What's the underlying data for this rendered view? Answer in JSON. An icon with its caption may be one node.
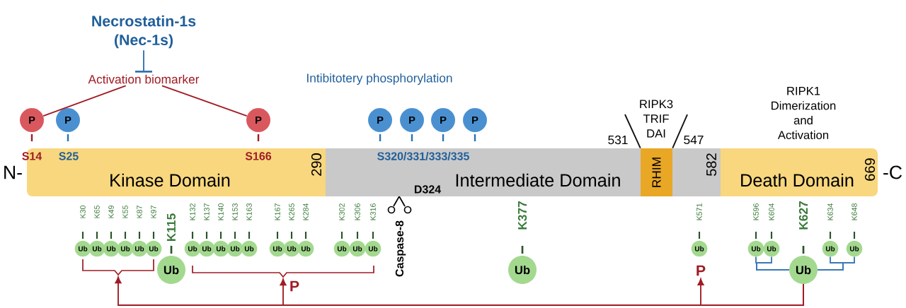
{
  "diagram": {
    "nodes": [
      {
        "text": [
          "Necrostatin-1s (Nec-1s)"
        ]
      },
      {
        "text": [
          "Activation biomarker"
        ]
      },
      {
        "text": [
          "P"
        ]
      },
      {
        "text": [
          "P"
        ]
      },
      {
        "text": [
          "P"
        ]
      },
      {
        "text": [
          "P"
        ]
      },
      {
        "text": [
          "P"
        ]
      },
      {
        "text": [
          "P"
        ]
      },
      {
        "text": [
          "P"
        ]
      },
      {
        "text": [
          "RIPK3 TRIF DAI"
        ]
      },
      {
        "text": [
          "Kinase Domain"
        ]
      },
      {
        "text": [
          "Intermediate Domain"
        ]
      },
      {
        "text": [
          "RHIM"
        ],
        "in": 11
      },
      {
        "text": [
          "Death Domain"
        ]
      },
      {
        "text": [
          "Ub"
        ]
      },
      {
        "text": [
          "Ub"
        ]
      },
      {
        "text": [
          "Ub"
        ]
      },
      {
        "text": [
          "Ub"
        ]
      },
      {
        "text": [
          "Ub"
        ]
      },
      {
        "text": [
          "Ub"
        ]
      },
      {
        "text": [
          "Ub"
        ]
      },
      {
        "text": [
          "Ub"
        ]
      },
      {
        "text": [
          "Ub"
        ]
      },
      {
        "text": [
          "Ub"
        ]
      },
      {
        "text": [
          "Ub"
        ]
      },
      {
        "text": [
          "Ub"
        ]
      },
      {
        "text": [
          "Ub"
        ]
      },
      {
        "text": [
          "Ub"
        ]
      },
      {
        "text": [
          "Ub"
        ]
      },
      {
        "text": [
          "Ub"
        ]
      },
      {
        "text": [
          "Ub"
        ]
      },
      {
        "text": [
          "Ub"
        ]
      },
      {
        "text": [
          "Ub"
        ]
      },
      {
        "text": [
          "Ub"
        ]
      },
      {
        "text": [
          "Ub"
        ]
      },
      {
        "text": [
          "Ub"
        ]
      },
      {
        "text": [
          "Ub"
        ]
      },
      {
        "text": [
          "Ub"
        ]
      },
      {
        "text": [
          "Ub"
        ]
      },
      {
        "text": [
          "P"
        ]
      },
      {
        "text": [],
        "shape": "bracket"
      },
      {
        "text": [],
        "shape": "bracket"
      }
    ],
    "edges": [
      {
        "from": 0,
        "to": 1,
        "arrow": "other",
        "color": "#2f6fb0"
      },
      {
        "from": 1,
        "to": 2,
        "arrow": "none",
        "color": "#a01c24"
      },
      {
        "from": 1,
        "to": 4,
        "arrow": "none",
        "color": "#a01c24"
      },
      {
        "from": 9,
        "to": 12,
        "arrow": "none",
        "color": "#111111"
      },
      {
        "from": 9,
        "to": 12,
        "arrow": "none",
        "color": "#111111"
      },
      {
        "from": 34,
        "to": 36,
        "arrow": "none",
        "color": "#3a78b8"
      },
      {
        "from": 35,
        "to": 36,
        "arrow": "none",
        "color": "#3a78b8"
      },
      {
        "from": 37,
        "to": 36,
        "arrow": "none",
        "color": "#3a78b8"
      },
      {
        "from": 38,
        "to": 36,
        "arrow": "none",
        "color": "#3a78b8"
      },
      {
        "from": 36,
        "to": 40,
        "arrow": "to",
        "color": "#a01c24"
      },
      {
        "from": 36,
        "to": 41,
        "arrow": "to",
        "label": "P",
        "color": "#a01c24"
      },
      {
        "from": 36,
        "to": 39,
        "arrow": "to",
        "color": "#a01c24"
      }
    ],
    "labels": [
      "Intibitotery phosphorylation",
      "RIPK1 Dimerization and Activation",
      "531",
      "547",
      "N-",
      "S14",
      "S25",
      "S166",
      "S320/331/333/335",
      "290",
      "D324",
      "582",
      "669",
      "-C",
      "K30",
      "K65",
      "K49",
      "K55",
      "K87",
      "K97",
      "K115",
      "K132",
      "K137",
      "K140",
      "K153",
      "K163",
      "K167",
      "K265",
      "K284",
      "K302",
      "K306",
      "K316",
      "Caspase-8",
      "K377",
      "K571",
      "K596",
      "K604",
      "K627",
      "K634",
      "K648"
    ]
  }
}
